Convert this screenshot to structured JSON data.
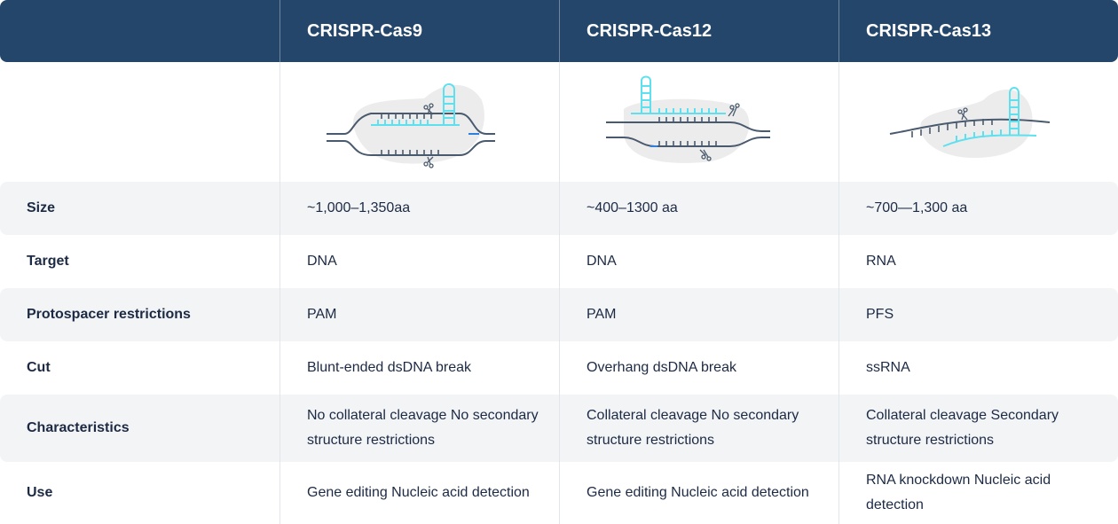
{
  "header": {
    "corner": "",
    "columns": [
      "CRISPR-Cas9",
      "CRISPR-Cas12",
      "CRISPR-Cas13"
    ]
  },
  "diagrams": [
    "cas9-diagram-icon",
    "cas12-diagram-icon",
    "cas13-diagram-icon"
  ],
  "colors": {
    "header_bg": "#23466a",
    "dna_strand": "#4a5a6e",
    "guide_rna": "#5fe0ee",
    "protein_blob": "#ececec",
    "shaded_row": "#f2f4f6"
  },
  "rows": [
    {
      "label": "Size",
      "values": [
        "~1,000–1,350aa",
        "~400–1300 aa",
        "~700—1,300 aa"
      ]
    },
    {
      "label": "Target",
      "values": [
        "DNA",
        "DNA",
        "RNA"
      ]
    },
    {
      "label": "Protospacer restrictions",
      "values": [
        "PAM",
        "PAM",
        "PFS"
      ]
    },
    {
      "label": "Cut",
      "values": [
        "Blunt-ended dsDNA break",
        "Overhang dsDNA break",
        "ssRNA"
      ]
    },
    {
      "label": "Characteristics",
      "values": [
        "No collateral cleavage No secondary structure restrictions",
        "Collateral cleavage No secondary structure restrictions",
        "Collateral cleavage Secondary structure restrictions"
      ]
    },
    {
      "label": "Use",
      "values": [
        "Gene editing Nucleic acid detection",
        "Gene editing Nucleic acid detection",
        "RNA knockdown Nucleic acid detection"
      ]
    }
  ]
}
